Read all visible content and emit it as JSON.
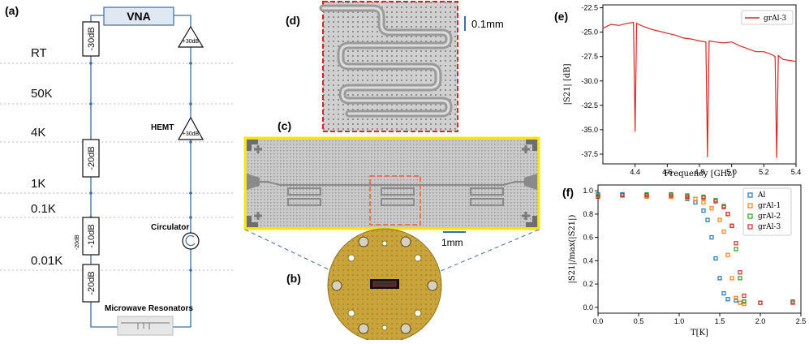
{
  "panel_a": {
    "label": "(a)",
    "vna": "VNA",
    "temps": [
      "RT",
      "50K",
      "4K",
      "1K",
      "0.1K",
      "0.01K"
    ],
    "left_att": [
      "-30dB",
      "-20dB",
      "-10dB",
      "-20dB"
    ],
    "side_note": "-20dB",
    "amp1": "+30dB",
    "amp2": "+30dB",
    "hemt": "HEMT",
    "circulator": "Circulator",
    "resonators": "Microwave Resonators"
  },
  "panel_b": {
    "label": "(b)"
  },
  "panel_c": {
    "label": "(c)",
    "scale": "1mm"
  },
  "panel_d": {
    "label": "(d)",
    "scale": "0.1mm"
  },
  "panel_e": {
    "label": "(e)",
    "ylabel": "|S21| [dB]",
    "xlabel": "Frequency [GHz]",
    "legend": "grAl-3",
    "xticks": [
      "4.4",
      "4.6",
      "4.8",
      "5.0",
      "5.2",
      "5.4"
    ],
    "yticks": [
      "-22.5",
      "-25.0",
      "-27.5",
      "-30.0",
      "-32.5",
      "-35.0",
      "-37.5"
    ]
  },
  "panel_f": {
    "label": "(f)",
    "ylabel": "|S21|/max(|S21|)",
    "xlabel": "T[K]",
    "legend": [
      "Al",
      "grAl-1",
      "grAl-2",
      "grAl-3"
    ],
    "xticks": [
      "0.0",
      "0.5",
      "1.0",
      "1.5",
      "2.0",
      "2.5"
    ],
    "yticks": [
      "0.0",
      "0.2",
      "0.4",
      "0.6",
      "0.8",
      "1.0"
    ]
  },
  "colors": {
    "al": "#1f77b4",
    "gral1": "#ff7f0e",
    "gral2": "#2ca02c",
    "gral3": "#d62728",
    "chip": "#ffe600",
    "gold": "#c9a43a"
  },
  "chart_data": [
    {
      "type": "line",
      "series": [
        {
          "name": "grAl-3",
          "x": [
            4.2,
            4.25,
            4.3,
            4.35,
            4.39,
            4.4,
            4.41,
            4.45,
            4.5,
            4.55,
            4.6,
            4.65,
            4.7,
            4.75,
            4.8,
            4.84,
            4.85,
            4.86,
            4.9,
            4.95,
            5.0,
            5.05,
            5.1,
            5.15,
            5.2,
            5.25,
            5.27,
            5.28,
            5.29,
            5.32,
            5.36,
            5.4
          ],
          "y": [
            -24.6,
            -24.2,
            -24.3,
            -24.1,
            -24.0,
            -35.2,
            -24.1,
            -24.4,
            -24.7,
            -24.9,
            -25.1,
            -25.3,
            -25.6,
            -25.7,
            -25.9,
            -26.0,
            -37.8,
            -25.9,
            -26.0,
            -26.1,
            -26.0,
            -26.4,
            -26.7,
            -27.0,
            -27.0,
            -27.3,
            -27.5,
            -37.9,
            -27.4,
            -27.8,
            -27.9,
            -28.0
          ]
        }
      ],
      "xlabel": "Frequency [GHz]",
      "ylabel": "|S21| [dB]",
      "xlim": [
        4.2,
        5.4
      ],
      "ylim": [
        -38.5,
        -22.2
      ],
      "legend": "top-right"
    },
    {
      "type": "scatter",
      "series": [
        {
          "name": "Al",
          "x": [
            0.0,
            0.3,
            0.6,
            0.9,
            1.1,
            1.2,
            1.3,
            1.35,
            1.4,
            1.45,
            1.5,
            1.55,
            1.6,
            1.7,
            1.8
          ],
          "y": [
            0.97,
            0.97,
            0.96,
            0.95,
            0.93,
            0.9,
            0.83,
            0.75,
            0.6,
            0.42,
            0.25,
            0.12,
            0.07,
            0.06,
            0.05
          ]
        },
        {
          "name": "grAl-1",
          "x": [
            0.0,
            0.3,
            0.6,
            0.9,
            1.1,
            1.2,
            1.3,
            1.4,
            1.5,
            1.55,
            1.6,
            1.65,
            1.7,
            1.75,
            1.8
          ],
          "y": [
            0.96,
            0.96,
            0.95,
            0.95,
            0.94,
            0.93,
            0.9,
            0.85,
            0.75,
            0.65,
            0.45,
            0.25,
            0.08,
            0.04,
            0.03
          ]
        },
        {
          "name": "grAl-2",
          "x": [
            0.0,
            0.3,
            0.6,
            0.9,
            1.1,
            1.3,
            1.45,
            1.55,
            1.6,
            1.65,
            1.7,
            1.75,
            1.8,
            2.0,
            2.4
          ],
          "y": [
            0.96,
            0.96,
            0.97,
            0.97,
            0.96,
            0.95,
            0.92,
            0.87,
            0.8,
            0.7,
            0.5,
            0.25,
            0.05,
            0.04,
            0.05
          ]
        },
        {
          "name": "grAl-3",
          "x": [
            0.0,
            0.3,
            0.6,
            0.9,
            1.1,
            1.3,
            1.45,
            1.55,
            1.6,
            1.65,
            1.7,
            1.75,
            1.8,
            2.0,
            2.4
          ],
          "y": [
            0.95,
            0.96,
            0.96,
            0.96,
            0.95,
            0.94,
            0.91,
            0.86,
            0.8,
            0.7,
            0.55,
            0.3,
            0.1,
            0.04,
            0.04
          ]
        }
      ],
      "xlabel": "T[K]",
      "ylabel": "|S21|/max(|S21|)",
      "xlim": [
        0,
        2.5
      ],
      "ylim": [
        -0.05,
        1.05
      ],
      "legend": "top-right"
    }
  ]
}
